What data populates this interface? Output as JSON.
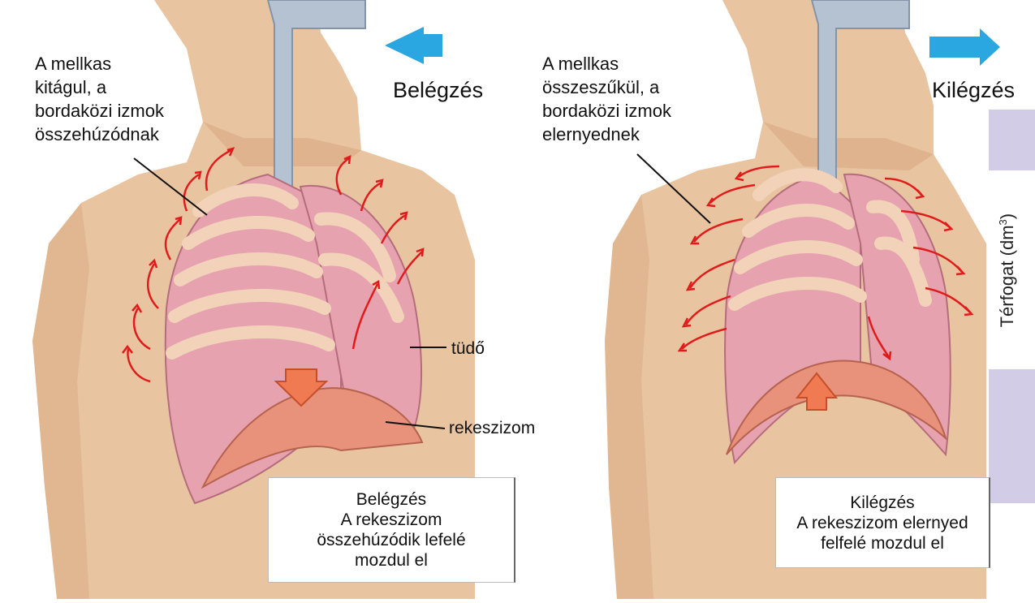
{
  "left": {
    "annotation_lines": [
      "A mellkas",
      "kitágul, a",
      "bordaközi izmok",
      "összehúzódnak"
    ],
    "heading": "Belégzés",
    "label_lung": "tüdő",
    "label_diaphragm": "rekeszizom",
    "caption_lines": [
      "Belégzés",
      "A rekeszizom",
      "összehúzódik lefelé",
      "mozdul el"
    ]
  },
  "right": {
    "annotation_lines": [
      "A mellkas",
      "összeszűkül, a",
      "bordaközi izmok",
      "elernyednek"
    ],
    "heading": "Kilégzés",
    "caption_lines": [
      "Kilégzés",
      "A rekeszizom elernyed",
      "felfelé mozdul el"
    ]
  },
  "axis_fragment": {
    "label_main": "Térfogat (dm",
    "label_sup": "3",
    "label_close": ")"
  },
  "colors": {
    "skin": "#e9c4a0",
    "skin_shadow": "#d9a981",
    "lung": "#e6a2ae",
    "lung_dark": "#cf7f90",
    "rib": "#f2d3ba",
    "rib_edge": "#c9926e",
    "trachea": "#b4c2d2",
    "diaphragm": "#e8917b",
    "arrow_red": "#e01b1b",
    "airflow_blue": "#2aa6e0",
    "push_arrow": "#f07a52",
    "panel_purple": "#d3cce6"
  }
}
